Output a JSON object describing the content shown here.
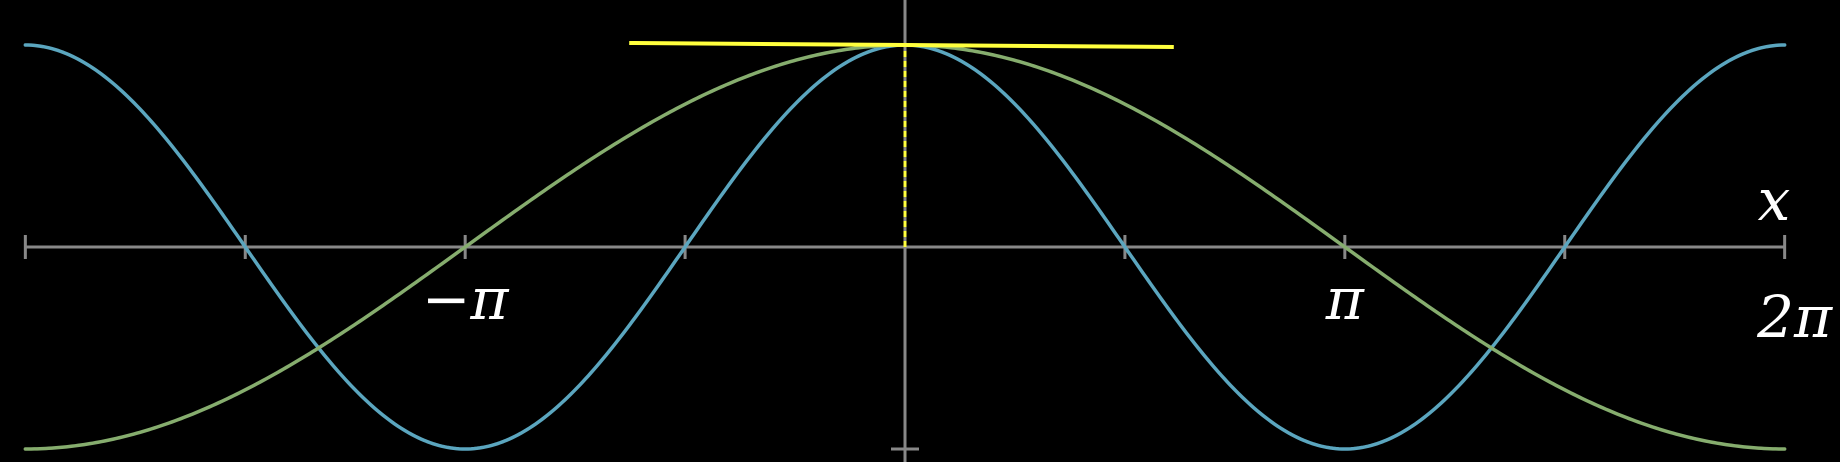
{
  "colors": {
    "background": "#000000",
    "axis": "#888888",
    "curve_fast": "#5ba6bf",
    "curve_slow": "#86ad6e",
    "tangent": "#ffff3d",
    "label": "#ffffff"
  },
  "chart_data": {
    "type": "line",
    "x_axis_label": "x",
    "xlim": [
      -6.2832,
      6.2832
    ],
    "ylim": [
      -1,
      1
    ],
    "x_ticks": [
      -6.2832,
      -4.7124,
      -3.1416,
      -1.5708,
      0,
      1.5708,
      3.1416,
      4.7124,
      6.2832
    ],
    "tick_labels": [
      {
        "x": -3.1416,
        "text": "−π"
      },
      {
        "x": 3.1416,
        "text": "π"
      },
      {
        "x": 6.2832,
        "text": "2π"
      }
    ],
    "y_ticks": [
      -1
    ],
    "series": [
      {
        "expression": "cos(x)",
        "color": "#5ba6bf",
        "x_range": [
          -6.2832,
          6.2832
        ]
      },
      {
        "expression": "cos(x/2)",
        "color": "#86ad6e",
        "x_range": [
          -6.2832,
          6.2832
        ]
      }
    ],
    "tangent_line": {
      "x": [
        -1.97,
        1.92
      ],
      "y": [
        1.01,
        0.99
      ],
      "color": "#ffff3d"
    },
    "dashed_vertical": {
      "x": 0,
      "y": [
        0,
        1
      ],
      "color": "#ffff3d"
    },
    "grid": false,
    "legend": "none"
  }
}
